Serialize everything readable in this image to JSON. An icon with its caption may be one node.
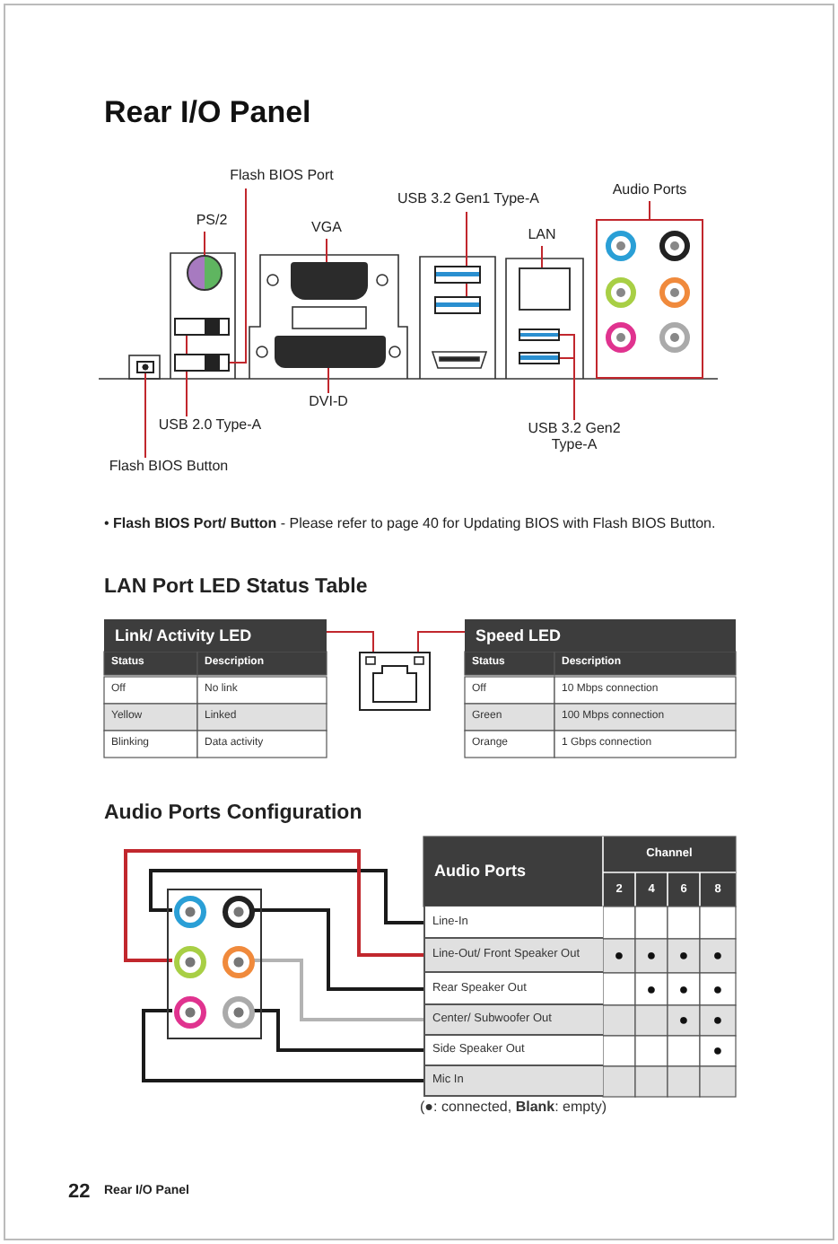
{
  "diagram": {
    "title": "Rear I/O Panel",
    "nodes": [
      {
        "text": [
          "PS/2"
        ]
      },
      {
        "text": [],
        "shape": "circle"
      },
      {
        "text": [
          "Flash BIOS Port"
        ]
      },
      {
        "text": [
          "VGA"
        ]
      },
      {
        "text": [],
        "shape": "box"
      },
      {
        "text": [
          "USB 3.2 Gen1 Type-A"
        ]
      },
      {
        "text": [],
        "shape": "box"
      },
      {
        "text": [],
        "shape": "box"
      },
      {
        "text": [
          "LAN"
        ]
      },
      {
        "text": [],
        "shape": "box"
      },
      {
        "text": [
          "Audio Ports"
        ]
      },
      {
        "text": [],
        "shape": "box"
      },
      {
        "text": [],
        "shape": "box"
      },
      {
        "text": [],
        "shape": "box"
      },
      {
        "text": [],
        "shape": "box"
      },
      {
        "text": [],
        "shape": "box"
      },
      {
        "text": [],
        "shape": "box"
      },
      {
        "text": [],
        "shape": "box"
      },
      {
        "text": [
          "USB 2.0 Type-A"
        ]
      },
      {
        "text": [
          "DVI-D"
        ]
      },
      {
        "text": [
          "USB 3.2 Gen2 Type-A"
        ]
      },
      {
        "text": [
          "Flash BIOS Button"
        ]
      },
      {
        "text": [
          "Link/ Activity LED"
        ]
      },
      {
        "text": [],
        "shape": "box"
      },
      {
        "text": [
          "Speed LED"
        ]
      },
      {
        "text": [],
        "shape": "box"
      },
      {
        "text": [],
        "shape": "circle",
        "in": 25
      },
      {
        "text": [],
        "shape": "circle",
        "in": 25
      },
      {
        "text": [],
        "shape": "circle",
        "in": 25
      },
      {
        "text": [],
        "shape": "circle",
        "in": 25
      },
      {
        "text": [],
        "shape": "circle",
        "in": 25
      },
      {
        "text": [],
        "shape": "circle",
        "in": 25
      },
      {
        "text": [
          "Line-In"
        ]
      },
      {
        "text": [
          "Line-Out/ Front Speaker Out"
        ]
      },
      {
        "text": [
          "Rear Speaker Out"
        ]
      },
      {
        "text": [
          "Center/ Subwoofer Out"
        ]
      },
      {
        "text": [
          "Side Speaker Out"
        ]
      },
      {
        "text": [
          "Mic In"
        ]
      }
    ],
    "edges": [
      {
        "from": 0,
        "to": 1,
        "arrow": "none"
      },
      {
        "from": 2,
        "to": 13,
        "arrow": "none"
      },
      {
        "from": 3,
        "to": 4,
        "arrow": "none"
      },
      {
        "from": 5,
        "to": 6,
        "arrow": "none"
      },
      {
        "from": 5,
        "to": 7,
        "arrow": "none"
      },
      {
        "from": 8,
        "to": 9,
        "arrow": "none"
      },
      {
        "from": 10,
        "to": 11,
        "arrow": "none"
      },
      {
        "from": 18,
        "to": 12,
        "arrow": "none"
      },
      {
        "from": 19,
        "to": 15,
        "arrow": "none"
      },
      {
        "from": 20,
        "to": 16,
        "arrow": "none"
      },
      {
        "from": 20,
        "to": 17,
        "arrow": "none"
      },
      {
        "from": 21,
        "to": 14,
        "arrow": "none"
      },
      {
        "from": 22,
        "to": 23,
        "arrow": "none"
      },
      {
        "from": 24,
        "to": 23,
        "arrow": "none"
      },
      {
        "from": 26,
        "to": 32,
        "arrow": "none",
        "color": "#1a1a1a"
      },
      {
        "from": 28,
        "to": 33,
        "arrow": "none",
        "color": "#c1272d"
      },
      {
        "from": 27,
        "to": 34,
        "arrow": "none",
        "color": "#1a1a1a"
      },
      {
        "from": 29,
        "to": 35,
        "arrow": "none",
        "color": "#b3b3b3"
      },
      {
        "from": 31,
        "to": 36,
        "arrow": "none",
        "color": "#1a1a1a"
      },
      {
        "from": 30,
        "to": 37,
        "arrow": "none",
        "color": "#1a1a1a"
      }
    ],
    "labels": [
      "• **Flash BIOS Port/ Button** - Please refer to page 40 for Updating BIOS with Flash BIOS Button.",
      "LAN Port LED Status Table",
      "Status",
      "Description",
      "Off",
      "No link",
      "Yellow",
      "Linked",
      "Blinking",
      "Data activity",
      "Status",
      "Description",
      "Off",
      "10 Mbps connection",
      "Green",
      "100 Mbps connection",
      "Orange",
      "1 Gbps connection",
      "Audio Ports Configuration",
      "Audio Ports",
      "Channel",
      "2",
      "4",
      "6",
      "8",
      "●",
      "●",
      "●",
      "●",
      "●",
      "●",
      "●",
      "●",
      "●",
      "●",
      "(●: connected, **Blank**: empty)",
      "22",
      "Rear I/O Panel"
    ]
  }
}
